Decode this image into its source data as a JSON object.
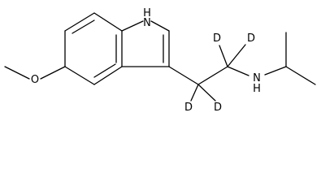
{
  "atom_labels": {
    "nh_ring": "H",
    "n_ring": "N",
    "oxygen": "O",
    "d_upper_left": "D",
    "d_upper_right": "D",
    "d_lower_left": "D",
    "d_lower_right": "D",
    "amine_n": "N",
    "amine_h": "H"
  }
}
